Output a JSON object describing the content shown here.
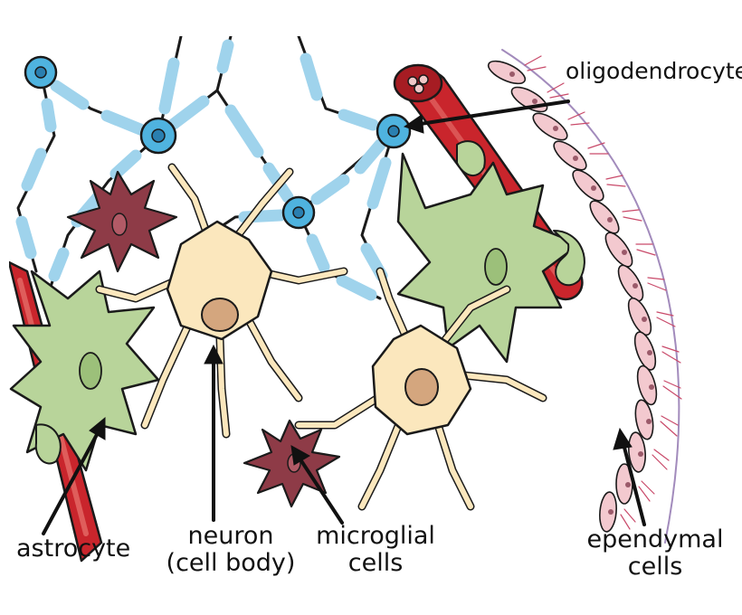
{
  "labels": {
    "oligodendrocyte": "oligodendrocyte",
    "astrocyte": "astrocyte",
    "neuron_line1": "neuron",
    "neuron_line2": "(cell body)",
    "microglial_line1": "microglial",
    "microglial_line2": "cells",
    "ependymal_line1": "ependymal",
    "ependymal_line2": "cells"
  },
  "colors": {
    "neuron": "#fbe7bd",
    "nucleus": "#d4a67e",
    "astrocyte": "#b8d49a",
    "oligodendrocyte": "#4fb3df",
    "myelin": "#9fd3ec",
    "microglia": "#8e3b47",
    "blood_vessel": "#c9252c",
    "ependymal": "#f3c9cf",
    "outline": "#1a1a1a"
  }
}
